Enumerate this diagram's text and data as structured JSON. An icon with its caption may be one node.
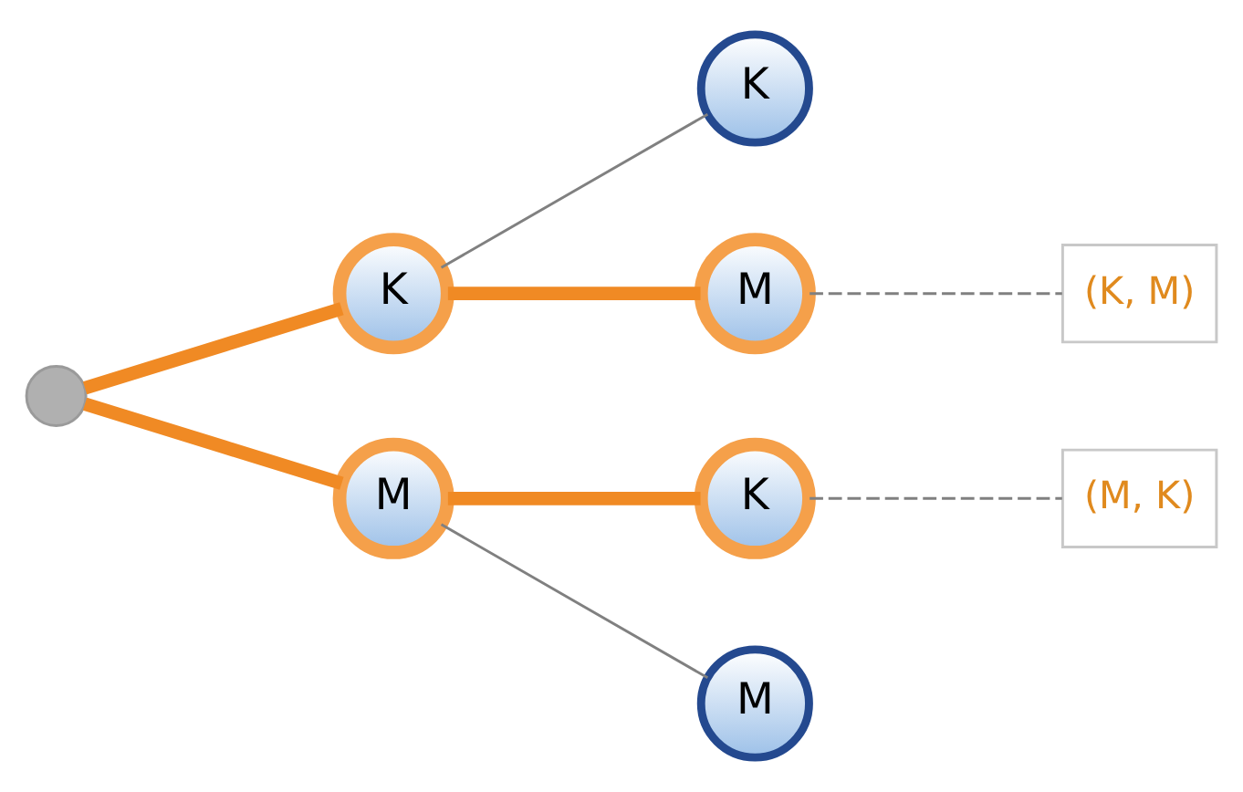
{
  "diagram": {
    "nodes": [
      {
        "text": [],
        "shape": "circle"
      },
      {
        "text": [
          "K"
        ]
      },
      {
        "text": [
          "M"
        ]
      },
      {
        "text": [
          "K"
        ]
      },
      {
        "text": [
          "M"
        ]
      },
      {
        "text": [
          "K"
        ]
      },
      {
        "text": [
          "M"
        ]
      },
      {
        "text": [
          "(K, M)"
        ]
      },
      {
        "text": [
          "(M, K)"
        ]
      }
    ],
    "edges": [
      {
        "from": 0,
        "to": 1,
        "arrow": "none",
        "style": "thick"
      },
      {
        "from": 0,
        "to": 2,
        "arrow": "none",
        "style": "thick"
      },
      {
        "from": 1,
        "to": 3,
        "arrow": "none",
        "color": "#808080"
      },
      {
        "from": 1,
        "to": 4,
        "arrow": "none",
        "style": "thick"
      },
      {
        "from": 2,
        "to": 5,
        "arrow": "none",
        "style": "thick"
      },
      {
        "from": 2,
        "to": 6,
        "arrow": "none",
        "color": "#808080"
      },
      {
        "from": 4,
        "to": 7,
        "arrow": "none",
        "style": "dashed",
        "color": "#808080"
      },
      {
        "from": 5,
        "to": 8,
        "arrow": "none",
        "style": "dashed",
        "color": "#808080"
      }
    ]
  }
}
